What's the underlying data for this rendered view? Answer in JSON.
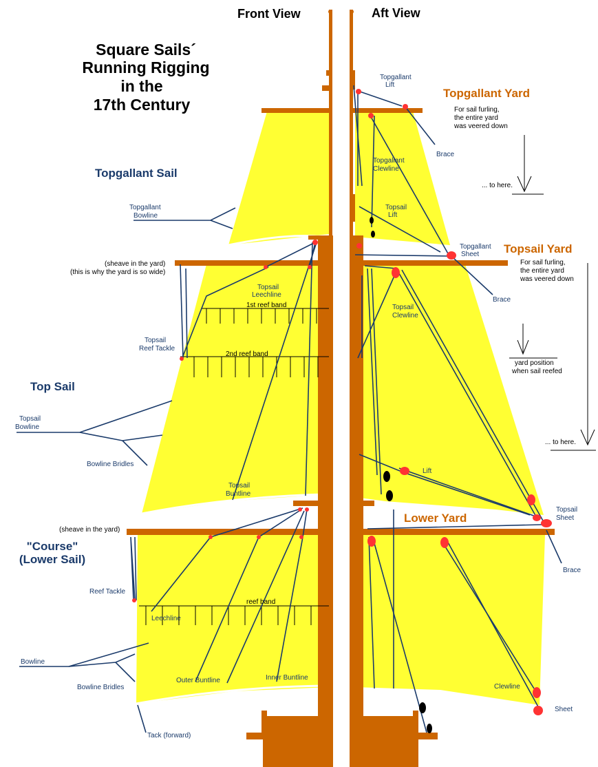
{
  "headers": {
    "front": "Front View",
    "aft": "Aft View"
  },
  "title": {
    "line1": "Square Sails´",
    "line2": "Running Rigging",
    "line3": "in the",
    "line4": "17th Century"
  },
  "sections": {
    "topgallant_sail": "Topgallant Sail",
    "top_sail": "Top Sail",
    "course_line1": "\"Course\"",
    "course_line2": "(Lower Sail)"
  },
  "yards": {
    "topgallant": "Topgallant Yard",
    "topsail": "Topsail Yard",
    "lower": "Lower Yard"
  },
  "front_labels": {
    "tg_bowline_1": "Topgallant",
    "tg_bowline_2": "Bowline",
    "sheave_1": "(sheave in the yard)",
    "sheave_2": "(this is why the yard is so wide)",
    "ts_leechline_1": "Topsail",
    "ts_leechline_2": "Leechline",
    "reef1": "1st reef band",
    "reef2": "2nd reef band",
    "ts_reef_tackle_1": "Topsail",
    "ts_reef_tackle_2": "Reef Tackle",
    "ts_bowline_1": "Topsail",
    "ts_bowline_2": "Bowline",
    "bowline_bridles_top": "Bowline Bridles",
    "ts_buntline_1": "Topsail",
    "ts_buntline_2": "Buntline",
    "sheave_lower": "(sheave in the yard)",
    "reef_tackle": "Reef Tackle",
    "reef_band": "reef band",
    "leechline": "Leechline",
    "bowline": "Bowline",
    "bowline_bridles_low": "Bowline Bridles",
    "outer_buntline": "Outer Buntline",
    "inner_buntline": "Inner Buntline",
    "tack": "Tack (forward)"
  },
  "aft_labels": {
    "tg_lift_1": "Topgallant",
    "tg_lift_2": "Lift",
    "brace_top": "Brace",
    "tg_clewline_1": "Topgallant",
    "tg_clewline_2": "Clewline",
    "ts_lift_1": "Topsail",
    "ts_lift_2": "Lift",
    "tg_sheet_1": "Topgallant",
    "tg_sheet_2": "Sheet",
    "brace_mid": "Brace",
    "ts_clewline_1": "Topsail",
    "ts_clewline_2": "Clewline",
    "lift": "Lift",
    "ts_sheet_1": "Topsail",
    "ts_sheet_2": "Sheet",
    "brace_low": "Brace",
    "clewline": "Clewline",
    "sheet": "Sheet"
  },
  "notes": {
    "tg_furl_1": "For sail furling,",
    "tg_furl_2": "the entire yard",
    "tg_furl_3": "was veered down",
    "tg_here": "... to here.",
    "ts_furl_1": "For sail furling,",
    "ts_furl_2": "the entire yard",
    "ts_furl_3": "was veered down",
    "reef_pos_1": "yard position",
    "reef_pos_2": "when sail reefed",
    "ts_here": "... to here."
  },
  "colors": {
    "sail": "#ffff33",
    "wood": "#cc6600",
    "rope": "#1a3a6a",
    "block": "#ff3333",
    "yard_label": "#cc6600"
  }
}
